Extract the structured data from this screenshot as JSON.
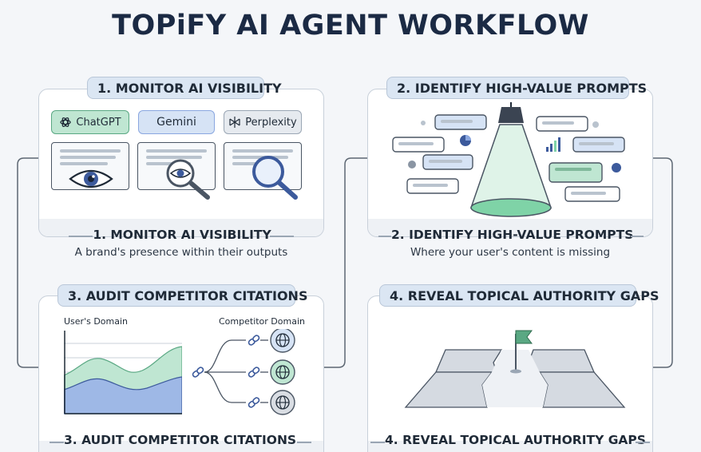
{
  "title": "TOPiFY AI AGENT WORKFLOW",
  "panels": [
    {
      "tab": "1. MONITOR AI VISIBILITY",
      "caption": "1. MONITOR AI VISIBILITY",
      "description": "A brand's presence within their outputs"
    },
    {
      "tab": "2. IDENTIFY HIGH-VALUE PROMPTS",
      "caption": "2. IDENTIFY HIGH-VALUE PROMPTS",
      "description": "Where your user's content is missing"
    },
    {
      "tab": "3. AUDIT COMPETITOR CITATIONS",
      "caption": "3. AUDIT COMPETITOR CITATIONS"
    },
    {
      "tab": "4. REVEAL TOPICAL AUTHORITY GAPS",
      "caption": "4. REVEAL TOPICAL AUTHORITY GAPS"
    }
  ],
  "platforms": [
    {
      "name": "ChatGPT",
      "icon": "chatgpt-icon",
      "color": "#bfe6d2"
    },
    {
      "name": "Gemini",
      "icon": "",
      "color": "#d6e3f5"
    },
    {
      "name": "Perplexity",
      "icon": "perplexity-icon",
      "color": "#e6eaef"
    }
  ],
  "citations": {
    "user_label": "User's Domain",
    "competitor_label": "Competitor Domain",
    "competitor_colors": [
      "#d6e3f5",
      "#bfe6d2",
      "#d9dde3"
    ]
  },
  "colors": {
    "accent_green": "#7fd3a7",
    "accent_blue": "#8aa7e0",
    "outline": "#4a5563",
    "connector": "#5d6773"
  }
}
